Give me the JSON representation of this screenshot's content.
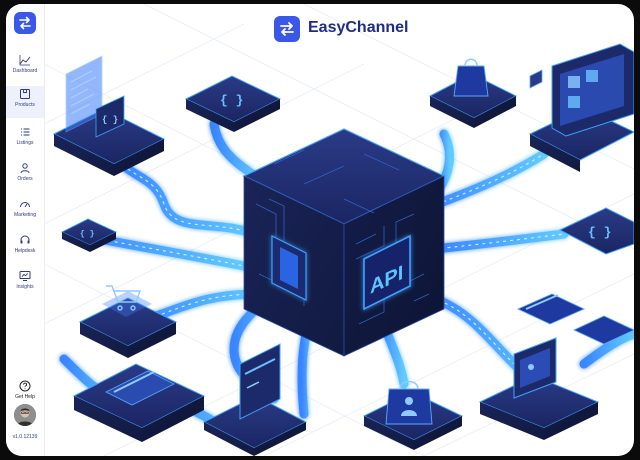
{
  "app": {
    "title": "EasyChannel"
  },
  "sidebar": {
    "items": [
      {
        "label": "Dashboard",
        "icon": "chart-line-icon"
      },
      {
        "label": "Products",
        "icon": "box-icon"
      },
      {
        "label": "Listings",
        "icon": "list-icon"
      },
      {
        "label": "Orders",
        "icon": "orders-icon"
      },
      {
        "label": "Marketing",
        "icon": "gauge-icon"
      },
      {
        "label": "Helpdesk",
        "icon": "headset-icon"
      },
      {
        "label": "Insights",
        "icon": "monitor-chart-icon"
      }
    ],
    "active": "Products",
    "help_label": "Get Help",
    "version": "v1.0.12139"
  },
  "hero": {
    "cube_label": "API"
  },
  "colors": {
    "accent": "#3a57e8",
    "brand_text": "#1d2c8c",
    "navy": "#16204f",
    "glow": "#3ea3ff"
  }
}
